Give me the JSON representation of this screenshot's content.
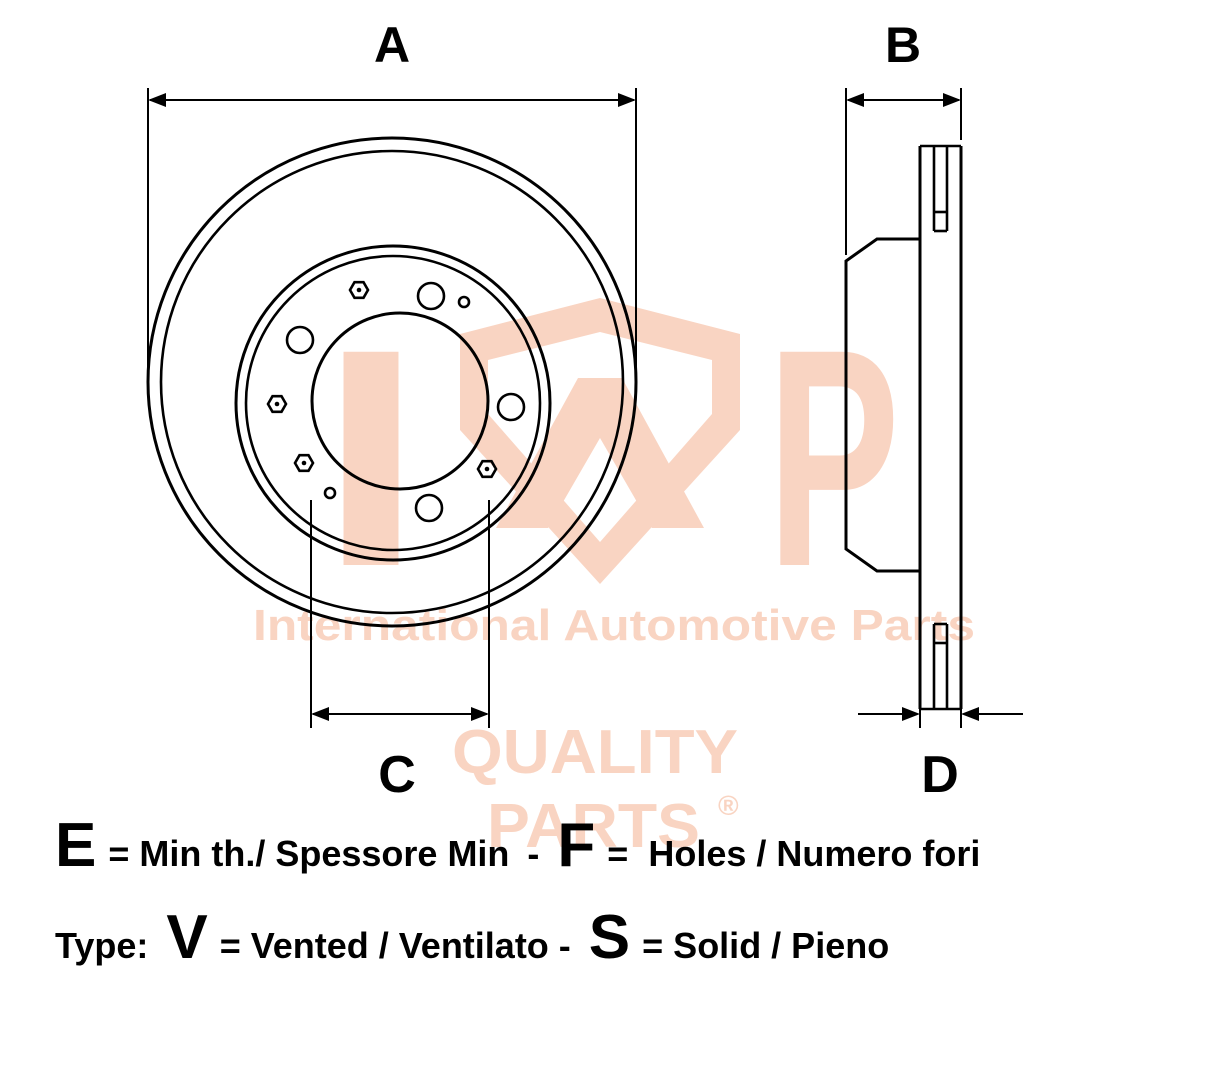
{
  "watermark": {
    "color": "#f9d4c2",
    "letter_i": "I",
    "letter_p": "P",
    "line1": "International Automotive Parts",
    "quality": "QUALITY",
    "parts": "PARTS",
    "registered": "®"
  },
  "dimensions": {
    "a": "A",
    "b": "B",
    "c": "C",
    "d": "D"
  },
  "legend": {
    "e": "E",
    "e_text": "= Min th./ Spessore Min",
    "separator": "-",
    "f": "F",
    "f_text": "=  Holes / Numero fori",
    "type_label": "Type:",
    "v": "V",
    "v_text": "= Vented / Ventilato -",
    "s": "S",
    "s_text": "= Solid / Pieno"
  }
}
